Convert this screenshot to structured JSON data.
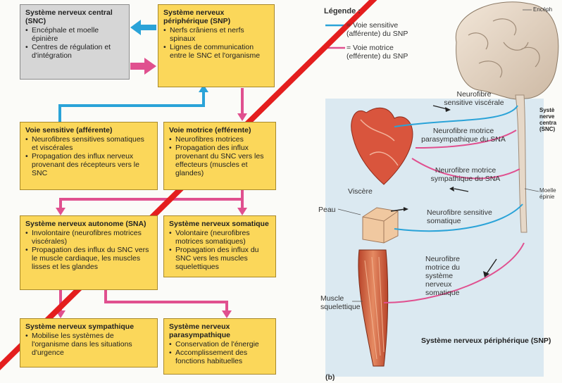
{
  "flowchart": {
    "snc": {
      "title": "Système nerveux central (SNC)",
      "items": [
        "Encéphale et moelle épinière",
        "Centres de régulation et d'intégration"
      ]
    },
    "snp": {
      "title": "Système nerveux périphérique (SNP)",
      "items": [
        "Nerfs crâniens et nerfs spinaux",
        "Lignes de communication entre le SNC et l'organisme"
      ]
    },
    "afferent": {
      "title": "Voie sensitive (afférente)",
      "items": [
        "Neurofibres sensitives somatiques et viscérales",
        "Propagation des influx nerveux provenant des récepteurs vers le SNC"
      ]
    },
    "efferent": {
      "title": "Voie motrice (efférente)",
      "items": [
        "Neurofibres motrices",
        "Propagation des influx provenant du SNC vers les effecteurs (muscles et glandes)"
      ]
    },
    "sna": {
      "title": "Système nerveux autonome (SNA)",
      "items": [
        "Involontaire (neurofibres motrices viscérales)",
        "Propagation des influx du SNC vers le muscle cardiaque, les muscles lisses et les glandes"
      ]
    },
    "somatique": {
      "title": "Système nerveux somatique",
      "items": [
        "Volontaire (neurofibres motrices somatiques)",
        "Propagation des influx du SNC vers les muscles squelettiques"
      ]
    },
    "sympathique": {
      "title": "Système nerveux sympathique",
      "items": [
        "Mobilise les systèmes de l'organisme dans les situations d'urgence"
      ]
    },
    "parasympathique": {
      "title": "Système nerveux parasympathique",
      "items": [
        "Conservation de l'énergie",
        "Accomplissement des fonctions habituelles"
      ]
    }
  },
  "illustration": {
    "legend_title": "Légende :",
    "legend_sensitive": "= Voie sensitive (afférente) du SNP",
    "legend_motor": "= Voie motrice (efférente) du SNP",
    "label_encephale": "Encéph",
    "label_snc": "Systè nerve centra (SNC)",
    "label_moelle": "Moelle épinie",
    "label_visceral_sensitive": "Neurofibre sensitive viscérale",
    "label_parasympathetic": "Neurofibre motrice parasympathique du SNA",
    "label_sympathetic": "Neurofibre motrice sympathique du SNA",
    "label_viscere": "Viscère",
    "label_peau": "Peau",
    "label_somatic_sensitive": "Neurofibre sensitive somatique",
    "label_somatic_motor": "Neurofibre motrice du système nerveux somatique",
    "label_muscle": "Muscle squelettique",
    "caption": "Système nerveux périphérique (SNP)",
    "panel_label": "(b)"
  },
  "colors": {
    "box_fill": "#fbd75a",
    "box_gray": "#d6d6d6",
    "sensitive": "#2aa3d8",
    "motor": "#e0508f",
    "strike": "#e41e1e"
  }
}
